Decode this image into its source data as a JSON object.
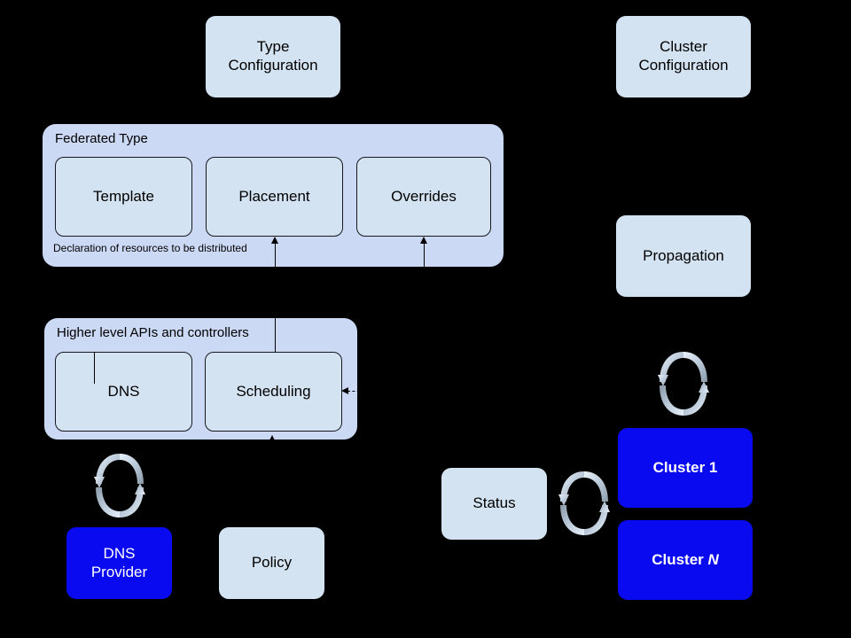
{
  "diagram": {
    "title": "Kubernetes Federation architecture diagram",
    "background_color": "#000000",
    "card_color": "#d4e3f2",
    "group_color": "#ccd9f5",
    "cluster_color": "#0a0af0",
    "stroke_color": "#16181c"
  },
  "nodes": {
    "type_configuration": {
      "label": "Type\nConfiguration",
      "line1": "Type",
      "line2": "Configuration"
    },
    "cluster_configuration": {
      "label": "Cluster\nConfiguration",
      "line1": "Cluster",
      "line2": "Configuration"
    },
    "propagation": {
      "label": "Propagation"
    },
    "status": {
      "label": "Status"
    },
    "policy": {
      "label": "Policy"
    },
    "dns_provider": {
      "line1": "DNS",
      "line2": "Provider"
    },
    "cluster_1": {
      "prefix": "Cluster ",
      "suffix": "1"
    },
    "cluster_n": {
      "prefix": "Cluster ",
      "suffix": "N"
    }
  },
  "groups": {
    "federated_type": {
      "label": "Federated Type",
      "footnote": "Declaration of resources to be distributed",
      "children": [
        {
          "label": "Template"
        },
        {
          "label": "Placement"
        },
        {
          "label": "Overrides"
        }
      ]
    },
    "higher_level": {
      "label": "Higher level APIs and controllers",
      "children": [
        {
          "label": "DNS"
        },
        {
          "label": "Scheduling"
        }
      ]
    }
  },
  "icons": {
    "sync_dns": "sync-cycle-icon",
    "sync_status": "sync-cycle-icon",
    "sync_cluster": "sync-cycle-icon"
  }
}
